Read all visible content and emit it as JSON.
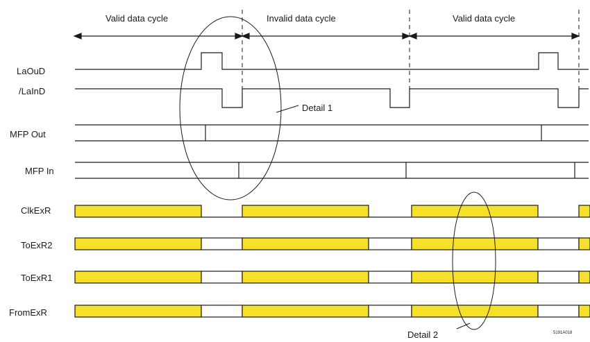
{
  "cycles": [
    {
      "label": "Valid data cycle"
    },
    {
      "label": "Invalid data cycle"
    },
    {
      "label": "Valid data cycle"
    }
  ],
  "signals": [
    {
      "name": "LaOuD"
    },
    {
      "name": "/LaInD"
    },
    {
      "name": "MFP Out"
    },
    {
      "name": "MFP In"
    },
    {
      "name": "ClkExR"
    },
    {
      "name": "ToExR2"
    },
    {
      "name": "ToExR1"
    },
    {
      "name": "FromExR"
    }
  ],
  "callouts": {
    "detail1": "Detail 1",
    "detail2": "Detail 2"
  },
  "figure_id": "5191A018",
  "colors": {
    "active_fill": "#f5e12a",
    "line": "#1a1a1a"
  }
}
